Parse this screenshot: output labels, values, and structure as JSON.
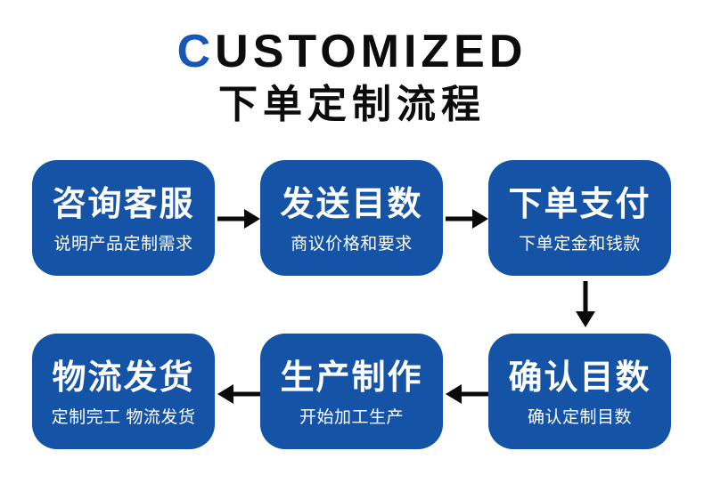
{
  "title": {
    "accent": "C",
    "rest": "USTOMIZED",
    "subtitle": "下单定制流程"
  },
  "colors": {
    "box_blue": "#1553a6",
    "title_accent_blue": "#1757b5",
    "title_black": "#0c0c0c",
    "box_text_white": "#ffffff",
    "arrow_black": "#0a0a0a",
    "background": "#ffffff"
  },
  "icons": {
    "arrow_right": "→",
    "arrow_down": "↓",
    "arrow_left": "←"
  },
  "steps": {
    "row1": [
      {
        "label": "咨询客服",
        "desc": "说明产品定制需求"
      },
      {
        "label": "发送目数",
        "desc": "商议价格和要求"
      },
      {
        "label": "下单支付",
        "desc": "下单定金和钱款"
      }
    ],
    "row2": [
      {
        "label": "物流发货",
        "desc": "定制完工 物流发货"
      },
      {
        "label": "生产制作",
        "desc": "开始加工生产"
      },
      {
        "label": "确认目数",
        "desc": "确认定制目数"
      }
    ]
  }
}
